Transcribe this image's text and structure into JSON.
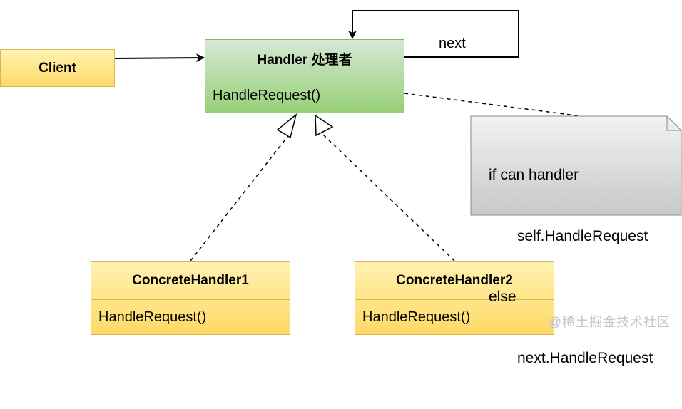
{
  "client": {
    "label": "Client"
  },
  "handler": {
    "title": "Handler  处理者",
    "method": "HandleRequest()"
  },
  "concrete1": {
    "title": "ConcreteHandler1",
    "method": "HandleRequest()"
  },
  "concrete2": {
    "title": "ConcreteHandler2",
    "method": "HandleRequest()"
  },
  "self_loop": {
    "label": "next"
  },
  "note": {
    "line1": "if can handler",
    "line2": "self.HandleRequest",
    "line3": "else",
    "line4": "next.HandleRequest"
  },
  "watermark": "@稀土掘金技术社区",
  "colors": {
    "class_fill_yellow": "#ffe27a",
    "class_border_yellow": "#d6b656",
    "handler_fill_green": "#b4dc9c",
    "handler_border_green": "#82b366",
    "note_fill": "#dcdcdc"
  }
}
